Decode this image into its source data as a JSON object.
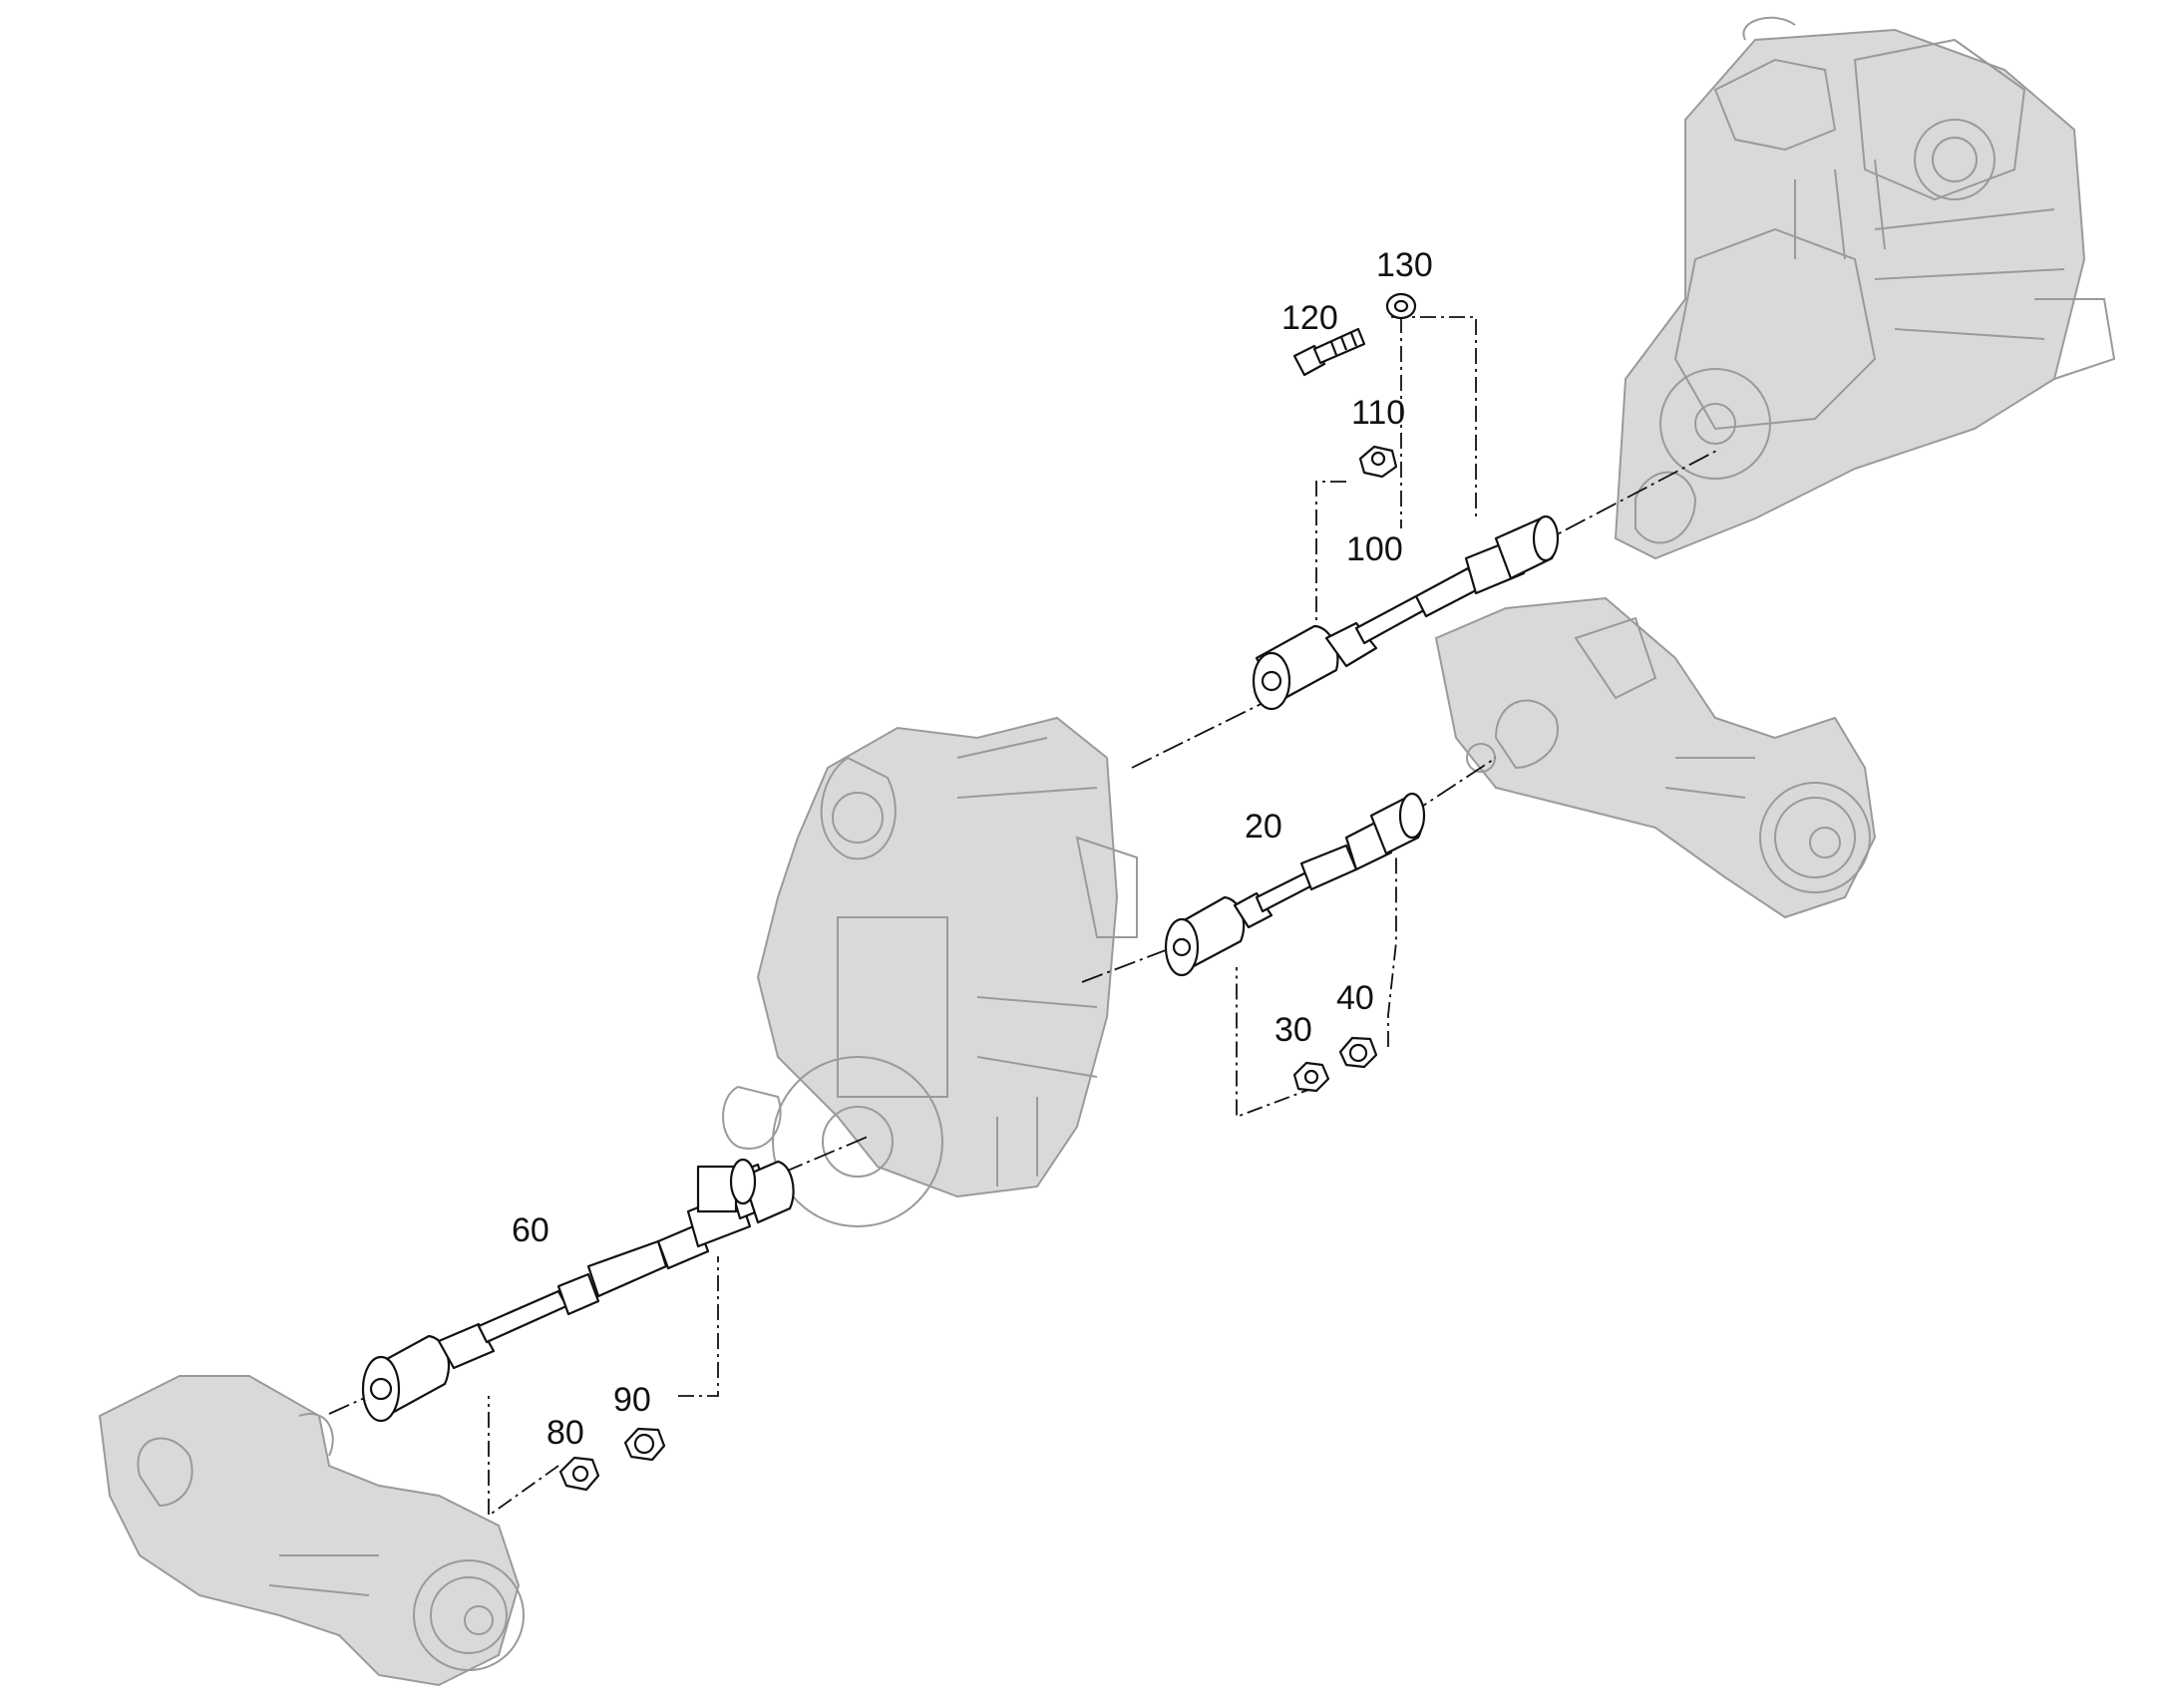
{
  "diagram": {
    "labels": {
      "p20": "20",
      "p30": "30",
      "p40": "40",
      "p60": "60",
      "p80": "80",
      "p90": "90",
      "p100": "100",
      "p110": "110",
      "p120": "120",
      "p130": "130"
    }
  }
}
